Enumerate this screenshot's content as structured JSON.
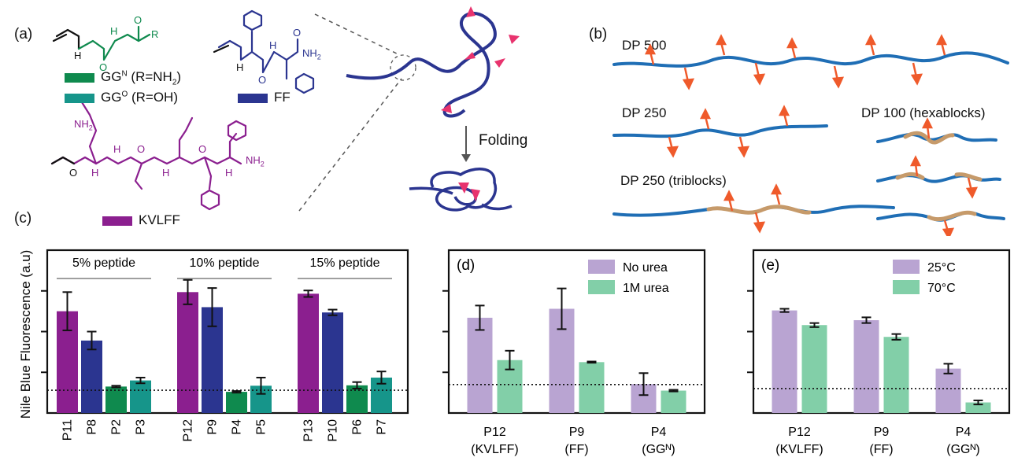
{
  "colors": {
    "purple": "#8b1f8f",
    "navy": "#2b3590",
    "green": "#0f8a4e",
    "teal": "#16958a",
    "lavender": "#b9a4d2",
    "mint": "#82cfa8",
    "chainBlue": "#1f6eb5",
    "block": "#c69a6a",
    "arrow": "#ef5a2b",
    "pink": "#e8336e"
  },
  "panel_a": {
    "label": "(a)",
    "legend": [
      {
        "label": "GG",
        "sup": "N",
        "suffix": " (R=NH",
        "sub": "2",
        "tail": ")",
        "color": "#0f8a4e"
      },
      {
        "label": "GG",
        "sup": "O",
        "suffix": " (R=OH)",
        "sub": "",
        "tail": "",
        "color": "#16958a"
      },
      {
        "label": "FF",
        "sup": "",
        "suffix": "",
        "sub": "",
        "tail": "",
        "color": "#2b3590"
      },
      {
        "label": "KVLFF",
        "sup": "",
        "suffix": "",
        "sub": "",
        "tail": "",
        "color": "#8b1f8f"
      }
    ],
    "atoms": {
      "H": "H",
      "O": "O",
      "R": "R",
      "NH2": "NH",
      "NH2sub": "2"
    },
    "folding_label": "Folding"
  },
  "panel_b": {
    "label": "(b)",
    "chains": [
      "DP 500",
      "DP 250",
      "DP 250 (triblocks)",
      "DP 100 (hexablocks)"
    ]
  },
  "chart_data": [
    {
      "type": "bar",
      "panel": "(c)",
      "ylabel": "Nile Blue Fluorescence (a.u)",
      "groups": [
        {
          "name": "5% peptide",
          "categories": [
            "P11",
            "P8",
            "P2",
            "P3"
          ]
        },
        {
          "name": "10% peptide",
          "categories": [
            "P12",
            "P9",
            "P4",
            "P5"
          ]
        },
        {
          "name": "15% peptide",
          "categories": [
            "P13",
            "P10",
            "P6",
            "P7"
          ]
        }
      ],
      "categories": [
        "P11",
        "P8",
        "P2",
        "P3",
        "P12",
        "P9",
        "P4",
        "P5",
        "P13",
        "P10",
        "P6",
        "P7"
      ],
      "values": [
        2.5,
        1.78,
        0.65,
        0.8,
        2.97,
        2.6,
        0.52,
        0.67,
        2.93,
        2.47,
        0.68,
        0.87
      ],
      "errors": [
        0.47,
        0.22,
        0.02,
        0.07,
        0.3,
        0.47,
        0.02,
        0.2,
        0.08,
        0.07,
        0.08,
        0.15
      ],
      "bar_colors": [
        "#8b1f8f",
        "#2b3590",
        "#0f8a4e",
        "#16958a",
        "#8b1f8f",
        "#2b3590",
        "#0f8a4e",
        "#16958a",
        "#8b1f8f",
        "#2b3590",
        "#0f8a4e",
        "#16958a"
      ],
      "baseline": 0.56,
      "ylim": [
        0,
        4
      ]
    },
    {
      "type": "bar",
      "panel": "(d)",
      "categories": [
        "P12\n(KVLFF)",
        "P9\n(FF)",
        "P4\n(GGᴺ)"
      ],
      "series": [
        {
          "name": "No urea",
          "values": [
            2.34,
            2.56,
            0.71
          ],
          "errors": [
            0.3,
            0.5,
            0.27
          ],
          "color": "#b9a4d2"
        },
        {
          "name": "1M urea",
          "values": [
            1.3,
            1.25,
            0.55
          ],
          "errors": [
            0.23,
            0.015,
            0.02
          ],
          "color": "#82cfa8"
        }
      ],
      "baseline": 0.7,
      "ylim": [
        0,
        4
      ]
    },
    {
      "type": "bar",
      "panel": "(e)",
      "categories": [
        "P12\n(KVLFF)",
        "P9\n(FF)",
        "P4\n(GGᴺ)"
      ],
      "series": [
        {
          "name": "25°C",
          "values": [
            2.52,
            2.28,
            1.09
          ],
          "errors": [
            0.04,
            0.07,
            0.12
          ],
          "color": "#b9a4d2"
        },
        {
          "name": "70°C",
          "values": [
            2.16,
            1.87,
            0.26
          ],
          "errors": [
            0.05,
            0.07,
            0.05
          ],
          "color": "#82cfa8"
        }
      ],
      "baseline": 0.6,
      "ylim": [
        0,
        4
      ]
    }
  ]
}
